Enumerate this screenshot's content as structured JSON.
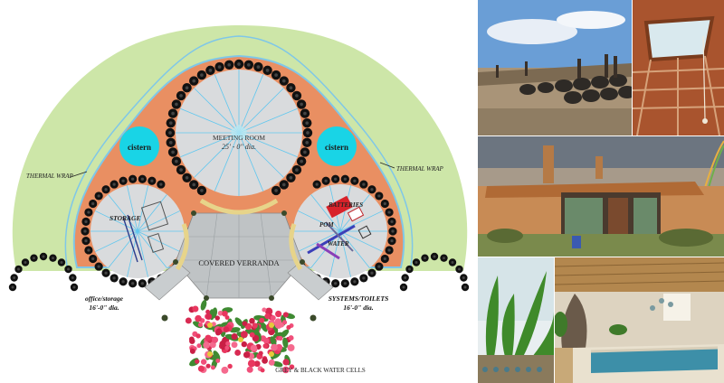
{
  "plan": {
    "meeting_room": {
      "title": "MEETING ROOM",
      "dia": "25' - 0\" dia."
    },
    "cistern_left": "cistern",
    "cistern_right": "cistern",
    "thermal_wrap_left": "THERMAL WRAP",
    "thermal_wrap_right": "THERMAL WRAP",
    "storage": "STORAGE",
    "batteries": "BATTERIES",
    "pom": "POM",
    "water": "WATER",
    "covered_veranda": "COVERED VERRANDA",
    "office_room": {
      "name": "office/storage",
      "dia": "16'-0\" dia."
    },
    "systems_room": {
      "name": "SYSTEMS/TOILETS",
      "dia": "16'-0\" dia."
    },
    "water_cells": "GREY & BLACK WATER CELLS"
  },
  "colors": {
    "berm": "#cde6a8",
    "floor": "#e98f62",
    "cistern": "#19d4e6",
    "room_floor": "#d9dbdd",
    "tire": "#111111",
    "veranda": "#bfc3c5"
  },
  "photos": [
    {
      "name": "construction-tire-wall-photo"
    },
    {
      "name": "skylight-ceiling-photo"
    },
    {
      "name": "earthship-exterior-photo"
    },
    {
      "name": "greenhouse-planter-photo"
    },
    {
      "name": "indoor-pool-photo"
    }
  ]
}
